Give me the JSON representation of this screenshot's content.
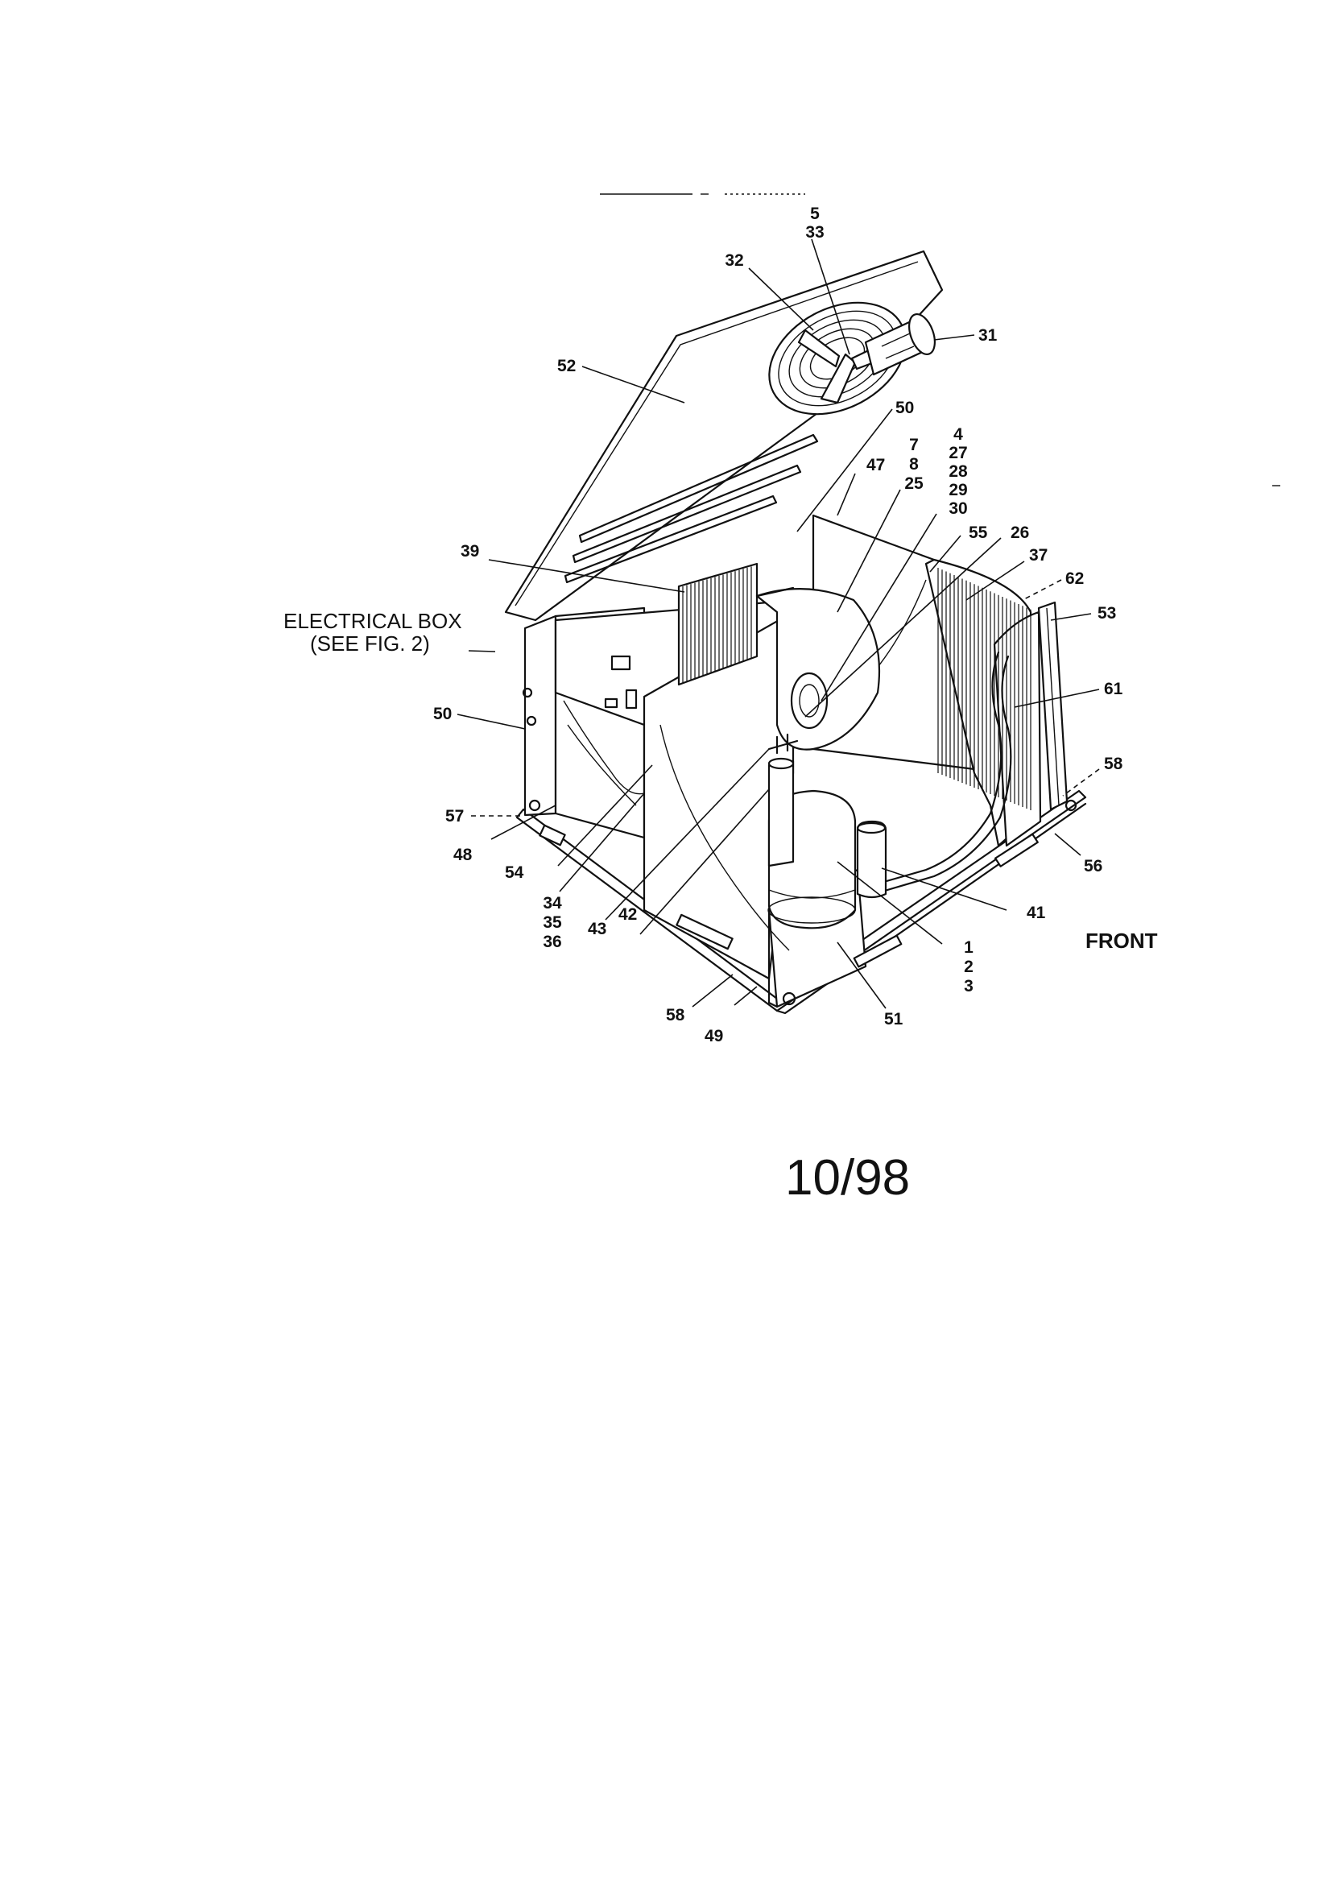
{
  "diagram": {
    "date_code": "10/98",
    "front_label": "FRONT",
    "electrical_box_line1": "ELECTRICAL BOX",
    "electrical_box_line2": "(SEE FIG. 2)",
    "callouts": {
      "c5": "5",
      "c33": "33",
      "c32": "32",
      "c31": "31",
      "c52": "52",
      "c50a": "50",
      "c47": "47",
      "c7": "7",
      "c8": "8",
      "c25": "25",
      "c4": "4",
      "c27": "27",
      "c28": "28",
      "c29": "29",
      "c30": "30",
      "c55": "55",
      "c26": "26",
      "c37": "37",
      "c62": "62",
      "c53": "53",
      "c61": "61",
      "c58a": "58",
      "c56": "56",
      "c39": "39",
      "c50b": "50",
      "c57": "57",
      "c48": "48",
      "c54": "54",
      "c34": "34",
      "c35": "35",
      "c36": "36",
      "c43": "43",
      "c42": "42",
      "c41": "41",
      "c1": "1",
      "c2": "2",
      "c3": "3",
      "c51": "51",
      "c49": "49",
      "c58b": "58"
    }
  }
}
